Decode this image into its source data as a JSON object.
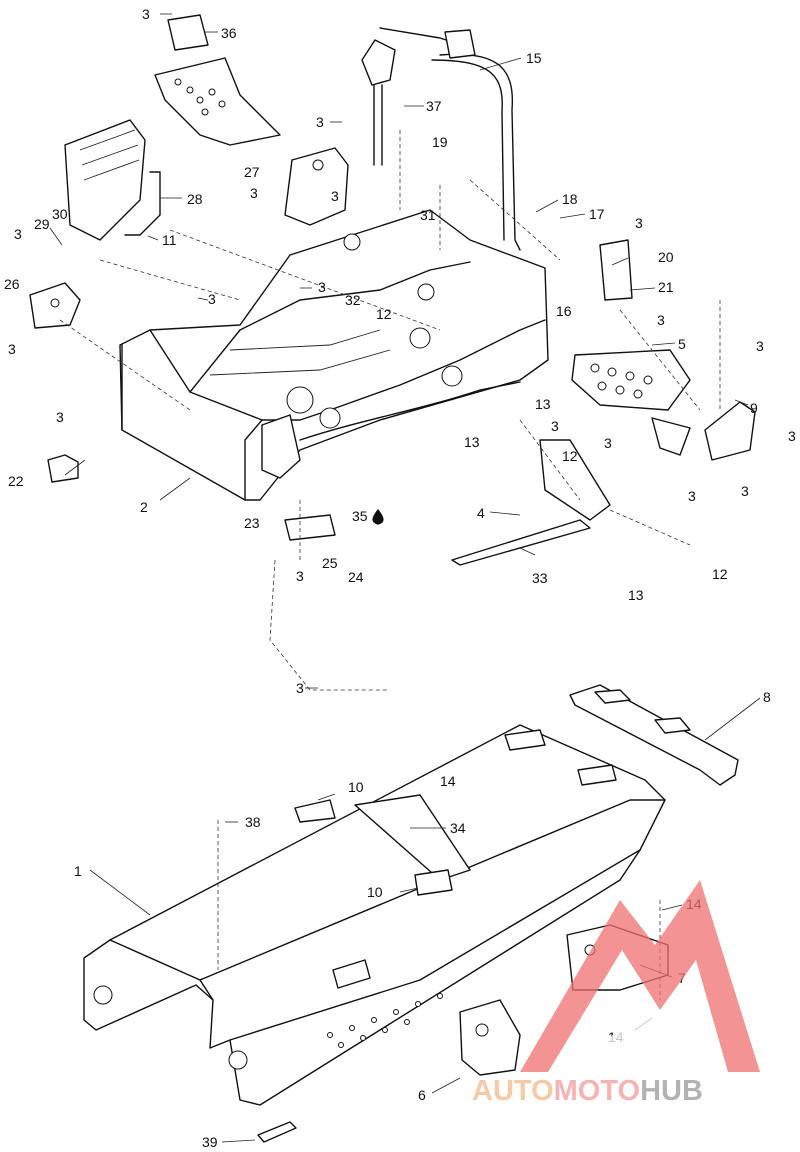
{
  "callouts": [
    {
      "id": "3"
    },
    {
      "id": "36"
    },
    {
      "id": "15"
    },
    {
      "id": "37"
    },
    {
      "id": "3"
    },
    {
      "id": "19"
    },
    {
      "id": "27"
    },
    {
      "id": "3"
    },
    {
      "id": "28"
    },
    {
      "id": "3"
    },
    {
      "id": "18"
    },
    {
      "id": "17"
    },
    {
      "id": "3"
    },
    {
      "id": "29"
    },
    {
      "id": "30"
    },
    {
      "id": "11"
    },
    {
      "id": "31"
    },
    {
      "id": "3"
    },
    {
      "id": "20"
    },
    {
      "id": "26"
    },
    {
      "id": "3"
    },
    {
      "id": "3"
    },
    {
      "id": "32"
    },
    {
      "id": "21"
    },
    {
      "id": "12"
    },
    {
      "id": "16"
    },
    {
      "id": "3"
    },
    {
      "id": "3"
    },
    {
      "id": "5"
    },
    {
      "id": "3"
    },
    {
      "id": "13"
    },
    {
      "id": "9"
    },
    {
      "id": "3"
    },
    {
      "id": "3"
    },
    {
      "id": "13"
    },
    {
      "id": "3"
    },
    {
      "id": "3"
    },
    {
      "id": "12"
    },
    {
      "id": "22"
    },
    {
      "id": "3"
    },
    {
      "id": "2"
    },
    {
      "id": "3"
    },
    {
      "id": "23"
    },
    {
      "id": "35"
    },
    {
      "id": "4"
    },
    {
      "id": "3"
    },
    {
      "id": "25"
    },
    {
      "id": "24"
    },
    {
      "id": "33"
    },
    {
      "id": "12"
    },
    {
      "id": "13"
    },
    {
      "id": "3"
    },
    {
      "id": "8"
    },
    {
      "id": "10"
    },
    {
      "id": "14"
    },
    {
      "id": "38"
    },
    {
      "id": "34"
    },
    {
      "id": "1"
    },
    {
      "id": "10"
    },
    {
      "id": "14"
    },
    {
      "id": "7"
    },
    {
      "id": "14"
    },
    {
      "id": "6"
    },
    {
      "id": "39"
    }
  ],
  "watermark": {
    "text_1": "AUTO",
    "text_2": "MOTO",
    "text_3": "HUB",
    "color_1": "#f5b98a",
    "color_2": "#f29a9a",
    "color_3": "#9a9a9a",
    "logo_color": "#f07070"
  }
}
